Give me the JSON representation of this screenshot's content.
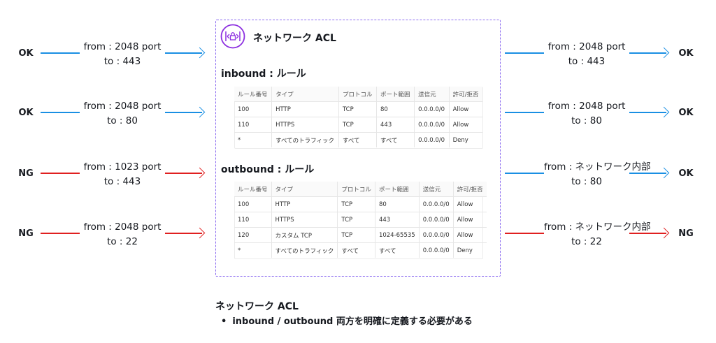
{
  "acl": {
    "title": "ネットワーク ACL",
    "icon": "network-acl-icon",
    "border_color": "#8c6cf0"
  },
  "colors": {
    "allow": "#1a8fe3",
    "deny": "#e02020"
  },
  "inbound": {
    "title": "inbound : ルール",
    "headers": [
      "ルール番号",
      "タイプ",
      "プロトコル",
      "ポート範囲",
      "送信元",
      "許可/拒否"
    ],
    "rows": [
      [
        "100",
        "HTTP",
        "TCP",
        "80",
        "0.0.0.0/0",
        "Allow"
      ],
      [
        "110",
        "HTTPS",
        "TCP",
        "443",
        "0.0.0.0/0",
        "Allow"
      ],
      [
        "*",
        "すべてのトラフィック",
        "すべて",
        "すべて",
        "0.0.0.0/0",
        "Deny"
      ]
    ]
  },
  "outbound": {
    "title": "outbound : ルール",
    "headers": [
      "ルール番号",
      "タイプ",
      "プロトコル",
      "ポート範囲",
      "送信元",
      "許可/拒否"
    ],
    "rows": [
      [
        "100",
        "HTTP",
        "TCP",
        "80",
        "0.0.0.0/0",
        "Allow"
      ],
      [
        "110",
        "HTTPS",
        "TCP",
        "443",
        "0.0.0.0/0",
        "Allow"
      ],
      [
        "120",
        "カスタム TCP",
        "TCP",
        "1024-65535",
        "0.0.0.0/0",
        "Allow"
      ],
      [
        "*",
        "すべてのトラフィック",
        "すべて",
        "すべて",
        "0.0.0.0/0",
        "Deny"
      ]
    ]
  },
  "left_flows": [
    {
      "status": "OK",
      "from": "from : 2048 port",
      "to": "to : 443",
      "color": "blue"
    },
    {
      "status": "OK",
      "from": "from : 2048 port",
      "to": "to : 80",
      "color": "blue"
    },
    {
      "status": "NG",
      "from": "from : 1023 port",
      "to": "to : 443",
      "color": "red"
    },
    {
      "status": "NG",
      "from": "from : 2048 port",
      "to": "to : 22",
      "color": "red"
    }
  ],
  "right_flows": [
    {
      "status": "OK",
      "from": "from : 2048 port",
      "to": "to : 443",
      "color": "blue"
    },
    {
      "status": "OK",
      "from": "from : 2048 port",
      "to": "to : 80",
      "color": "blue"
    },
    {
      "status": "OK",
      "from": "from : ネットワーク内部",
      "to": "to : 80",
      "color": "blue"
    },
    {
      "status": "NG",
      "from": "from : ネットワーク内部",
      "to": "to : 22",
      "color": "red"
    }
  ],
  "note": {
    "title": "ネットワーク ACL",
    "items": [
      "inbound / outbound 両方を明確に定義する必要がある"
    ]
  }
}
